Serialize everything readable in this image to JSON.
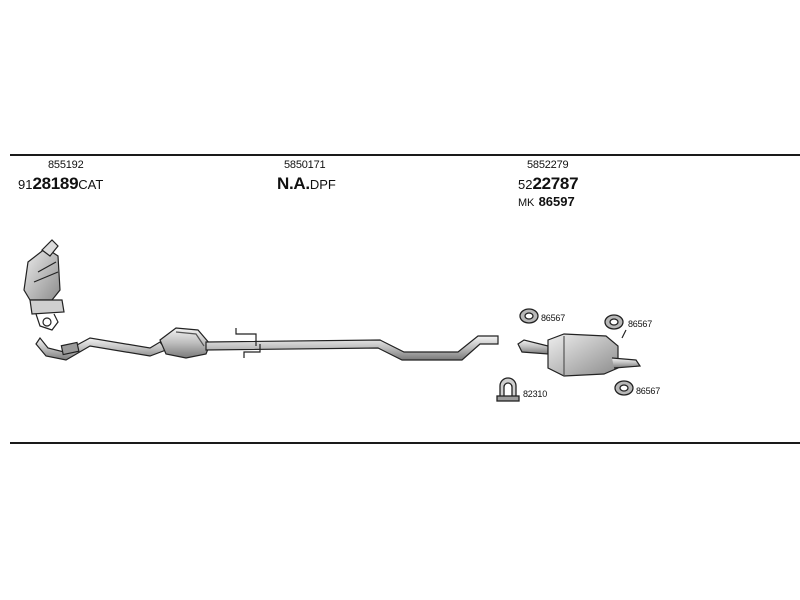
{
  "groups": [
    {
      "ref": "855192",
      "prefix": "91",
      "code": "28189",
      "suffix": "CAT"
    },
    {
      "ref": "5850171",
      "prefix": "",
      "code": "N.A.",
      "suffix": "DPF"
    },
    {
      "ref": "5852279",
      "prefix": "52",
      "code": "22787",
      "suffix": "",
      "kit_prefix": "MK",
      "kit_code": "86597"
    }
  ],
  "parts": [
    {
      "label": "86567"
    },
    {
      "label": "86567"
    },
    {
      "label": "82310"
    },
    {
      "label": "86567"
    }
  ]
}
